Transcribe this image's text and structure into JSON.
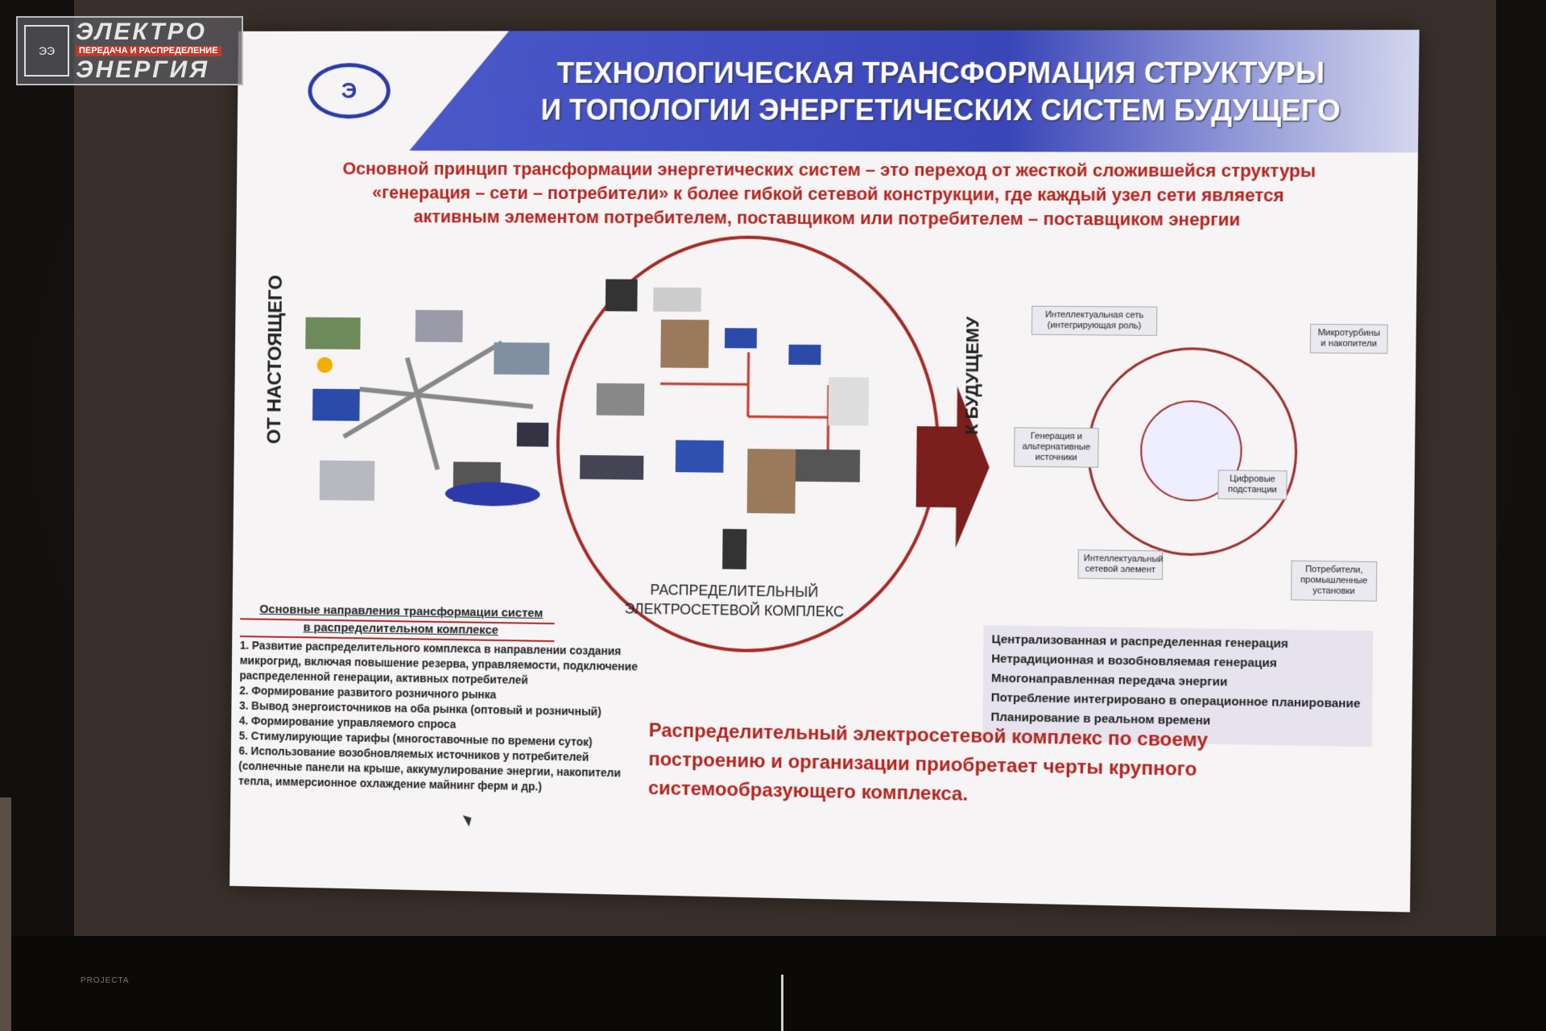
{
  "watermark": {
    "line1": "ЭЛЕКТРО",
    "line2": "ПЕРЕДАЧА И РАСПРЕДЕЛЕНИЕ",
    "line3": "ЭНЕРГИЯ"
  },
  "slide": {
    "title_line1": "ТЕХНОЛОГИЧЕСКАЯ ТРАНСФОРМАЦИЯ СТРУКТУРЫ",
    "title_line2": "И ТОПОЛОГИИ ЭНЕРГЕТИЧЕСКИХ СИСТЕМ БУДУЩЕГО",
    "subtitle_1": "Основной принцип трансформации энергетических систем – это переход от жесткой сложившейся структуры",
    "subtitle_2": "«генерация – сети – потребители» к более гибкой сетевой конструкции, где каждый узел сети является",
    "subtitle_3": "активным элементом потребителем, поставщиком или потребителем – поставщиком энергии",
    "left_vertical": "ОТ НАСТОЯЩЕГО",
    "right_vertical": "К БУДУЩЕМУ",
    "circle_label_1": "РАСПРЕДЕЛИТЕЛЬНЫЙ",
    "circle_label_2": "ЭЛЕКТРОСЕТЕВОЙ КОМПЛЕКС",
    "callouts": {
      "smart_grid": "Интеллектуальная сеть (интегрирующая роль)",
      "microturbines": "Микротурбины и накопители",
      "generation": "Генерация и альтернативные источники",
      "digital_substations": "Цифровые подстанции",
      "intelligent_element": "Интеллектуальный сетевой элемент",
      "consumers": "Потребители, промышленные установки"
    },
    "features": [
      "Централизованная и распределенная генерация",
      "Нетрадиционная и возобновляемая генерация",
      "Многонаправленная передача энергии",
      "Потребление интегрировано в операционное планирование",
      "Планирование в реальном времени"
    ],
    "directions_title_1": "Основные направления трансформации систем",
    "directions_title_2": "в распределительном комплексе",
    "directions": [
      "1.    Развитие распределительного комплекса в направлении создания",
      " микрогрид, включая  повышение резерва, управляемости, подключение",
      "распределенной генерации, активных потребителей",
      "2. Формирование развитого розничного рынка",
      "3. Вывод энергоисточников на оба рынка (оптовый и розничный)",
      "4. Формирование управляемого спроса",
      "5. Стимулирующие тарифы (многоставочные по времени суток)",
      "6. Использование возобновляемых источников у потребителей",
      "    (солнечные панели на крыше, аккумулирование энергии, накопители",
      "    тепла, иммерсионное охлаждение майнинг ферм и др.)"
    ],
    "conclusion_1": "Распределительный электросетевой комплекс по своему",
    "conclusion_2": "построению и организации приобретает черты крупного",
    "conclusion_3": " системообразующего комплекса."
  },
  "projector_brand": "PROJECTA"
}
